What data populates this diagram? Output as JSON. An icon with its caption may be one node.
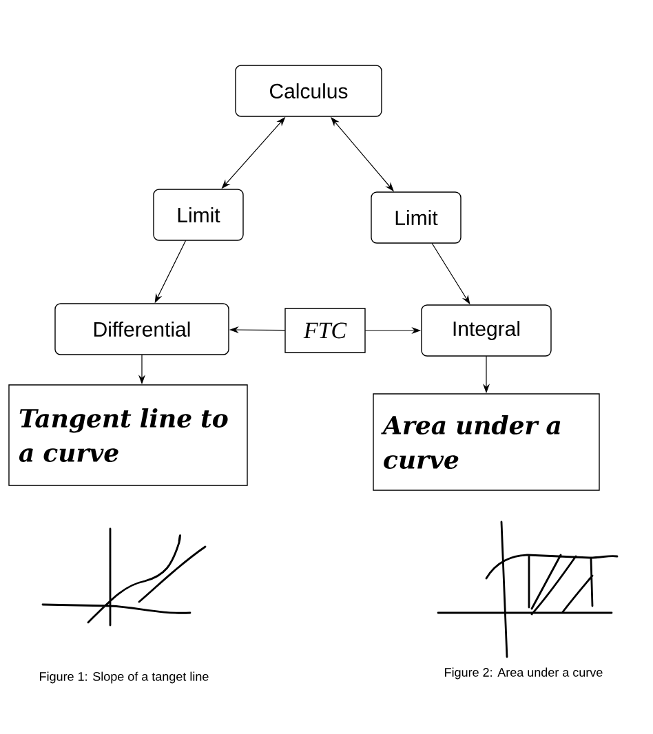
{
  "diagram": {
    "nodes": [
      {
        "text": [
          "Calculus"
        ]
      },
      {
        "text": [
          "Limit"
        ]
      },
      {
        "text": [
          "Limit"
        ]
      },
      {
        "text": [
          "Differential"
        ]
      },
      {
        "text": [
          "FTC"
        ]
      },
      {
        "text": [
          "Integral"
        ]
      },
      {
        "text": [
          "Tangent line to a curve"
        ]
      },
      {
        "text": [
          "Area under a curve"
        ]
      }
    ],
    "edges": [
      {
        "from": 0,
        "to": 1,
        "arrow": "both"
      },
      {
        "from": 0,
        "to": 2,
        "arrow": "both"
      },
      {
        "from": 1,
        "to": 3,
        "arrow": "to"
      },
      {
        "from": 2,
        "to": 5,
        "arrow": "to"
      },
      {
        "from": 4,
        "to": 3,
        "arrow": "to"
      },
      {
        "from": 4,
        "to": 5,
        "arrow": "to"
      },
      {
        "from": 3,
        "to": 6,
        "arrow": "to"
      },
      {
        "from": 5,
        "to": 7,
        "arrow": "to"
      }
    ],
    "labels": [
      "Figure 1: Slope of a tanget line",
      "Figure 2: Area under a curve"
    ]
  }
}
